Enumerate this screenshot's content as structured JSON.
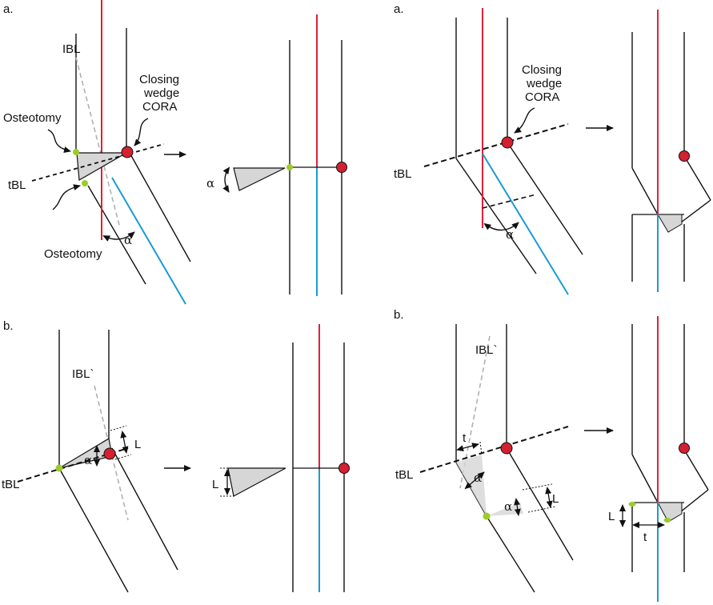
{
  "panels": {
    "top_left": {
      "letter": "a.",
      "ibl": "IBL",
      "cora_line1": "Closing",
      "cora_line2": "wedge",
      "cora_line3": "CORA",
      "osteotomy_upper": "Osteotomy",
      "osteotomy_lower": "Osteotomy",
      "tbl": "tBL",
      "alpha": "α",
      "alpha_wedge": "α"
    },
    "top_right": {
      "letter": "a.",
      "cora_line1": "Closing",
      "cora_line2": "wedge",
      "cora_line3": "CORA",
      "tbl": "tBL",
      "alpha": "α"
    },
    "bottom_left": {
      "letter": "b.",
      "ibl": "IBL`",
      "tbl": "tBL",
      "alpha": "α",
      "l_main": "L",
      "l_wedge": "L"
    },
    "bottom_right": {
      "letter": "b.",
      "ibl": "IBL`",
      "tbl": "tBL",
      "t_upper": "t",
      "alpha_upper": "α",
      "alpha_lower": "α",
      "l_main": "L",
      "l_result": "L",
      "t_result": "t"
    }
  },
  "colors": {
    "bone_outline": "#111111",
    "mechanical_axis_red": "#e0203c",
    "axis_blue": "#1a9ad6",
    "cora_point": "#d42030",
    "hinge_point": "#9ccc2a",
    "wedge_fill": "#d6d6d6",
    "guide_dashed": "#b0b0b0"
  }
}
